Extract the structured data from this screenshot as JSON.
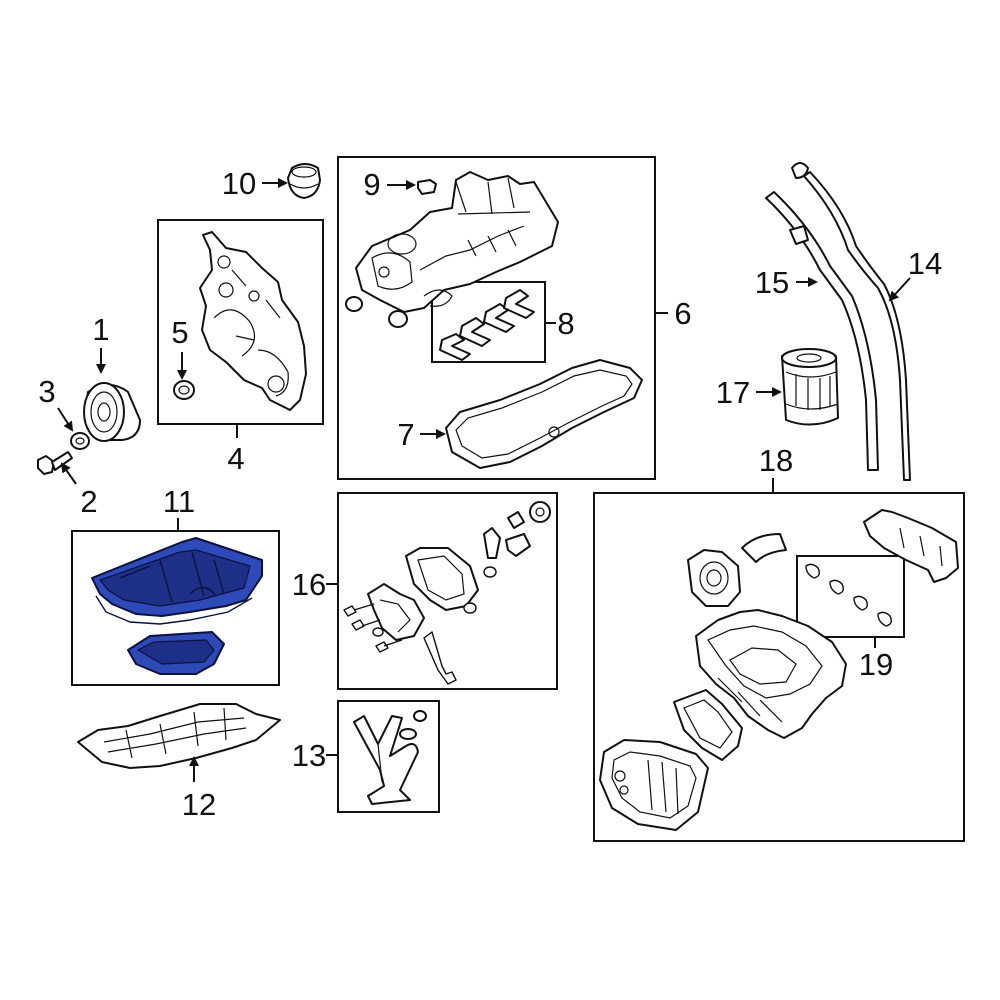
{
  "callouts": {
    "c1": "1",
    "c2": "2",
    "c3": "3",
    "c4": "4",
    "c5": "5",
    "c6": "6",
    "c7": "7",
    "c8": "8",
    "c9": "9",
    "c10": "10",
    "c11": "11",
    "c12": "12",
    "c13": "13",
    "c14": "14",
    "c15": "15",
    "c16": "16",
    "c17": "17",
    "c18": "18",
    "c19": "19"
  },
  "colors": {
    "highlight": "#2e49b8",
    "highlight_dark": "#1d2f86",
    "line": "#111111"
  },
  "highlighted_part": "11"
}
